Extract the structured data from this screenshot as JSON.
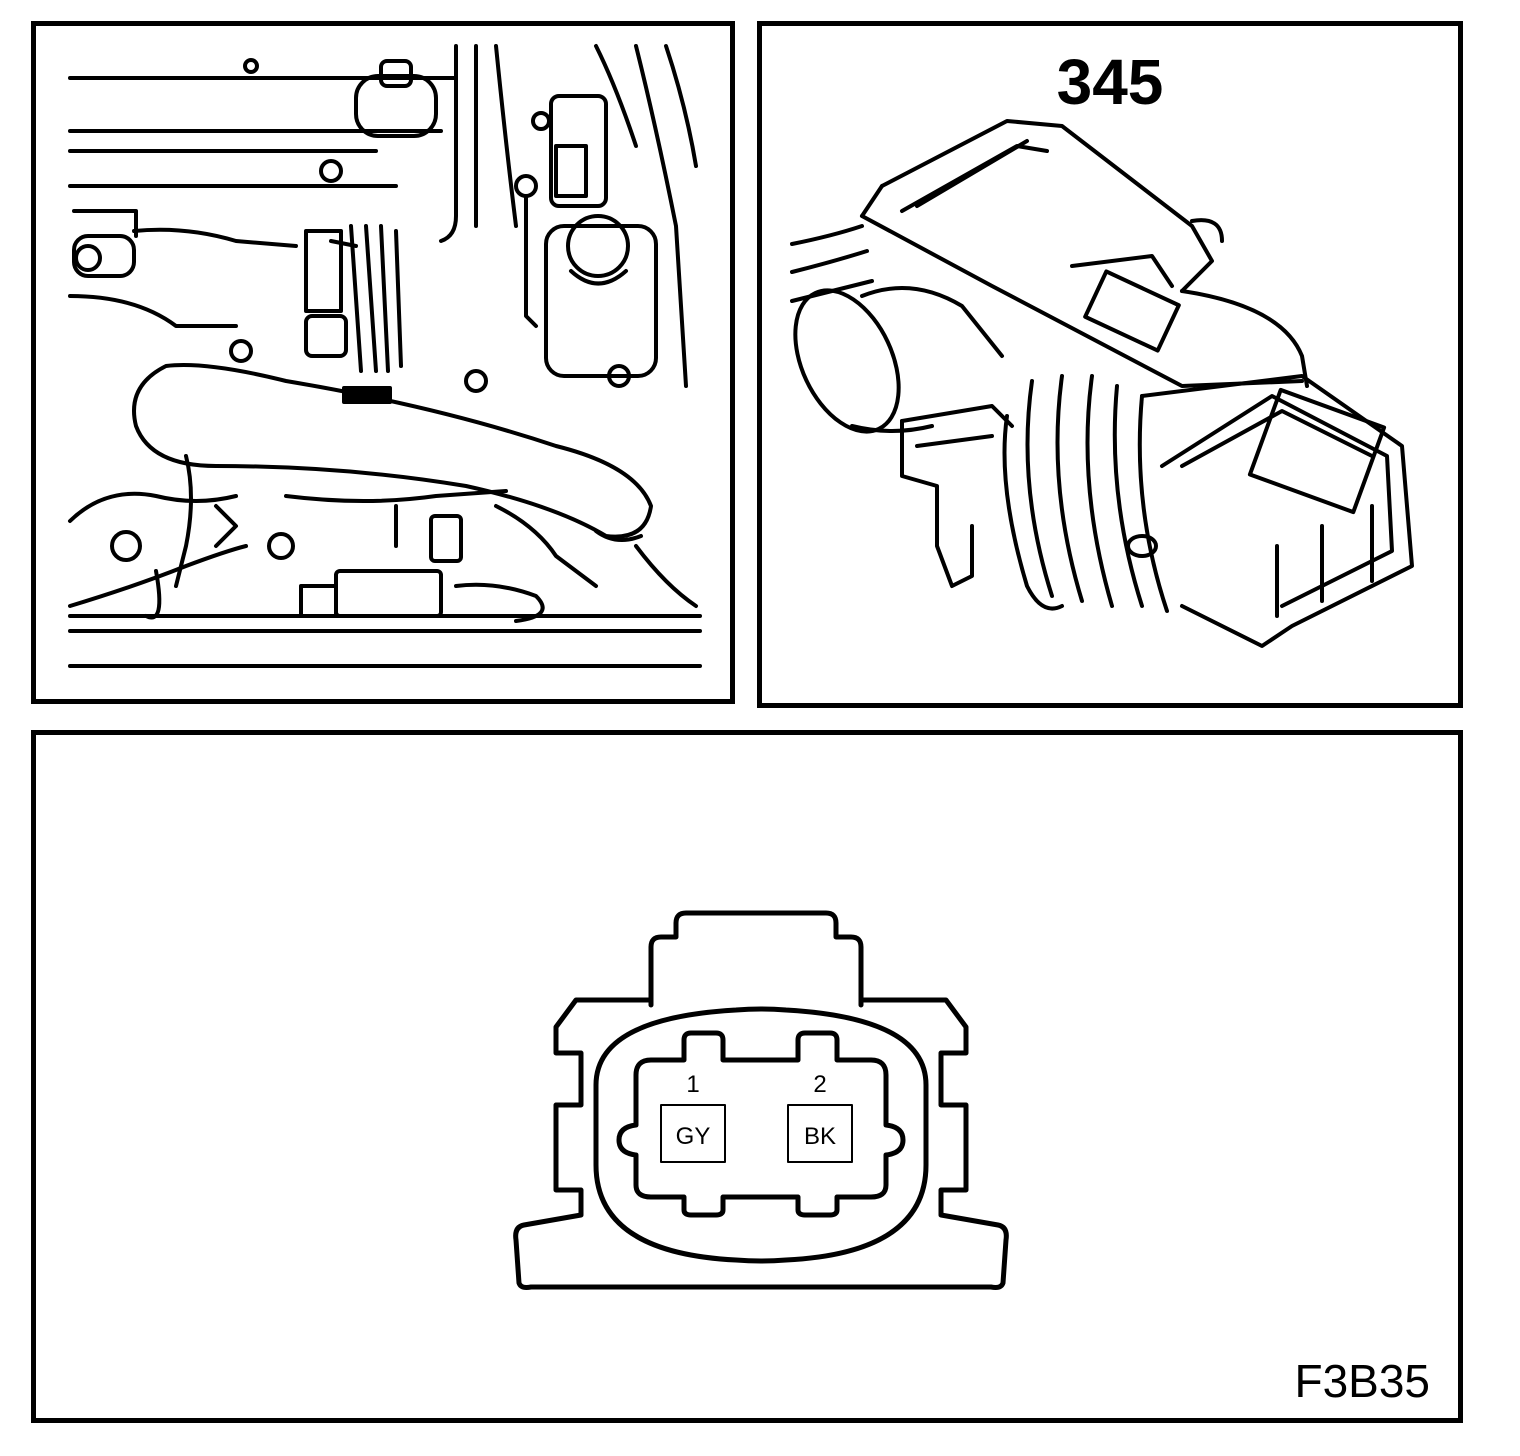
{
  "connector": {
    "number": "345",
    "pins": [
      {
        "number": "1",
        "color_code": "GY"
      },
      {
        "number": "2",
        "color_code": "BK"
      }
    ]
  },
  "figure_code": "F3B35",
  "colors": {
    "line": "#000000",
    "background": "#ffffff"
  },
  "icons": [
    "engine-bay-illustration",
    "connector-perspective-illustration",
    "connector-face-outline"
  ]
}
